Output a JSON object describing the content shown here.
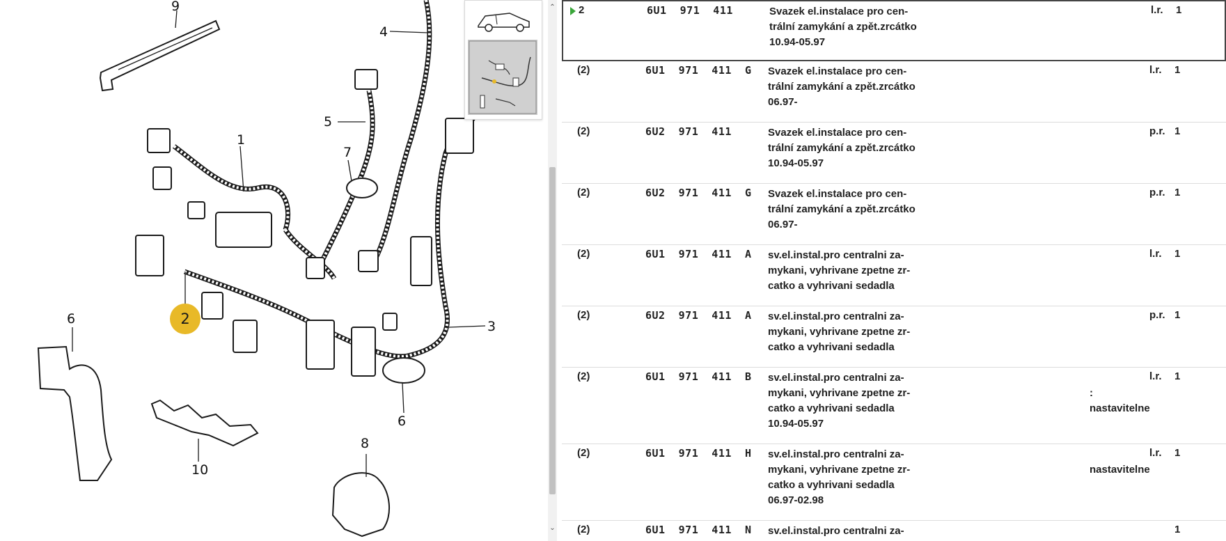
{
  "diagram": {
    "callouts": [
      "9",
      "4",
      "5",
      "1",
      "7",
      "3",
      "6",
      "6",
      "10",
      "8"
    ],
    "hotspot_label": "2"
  },
  "thumbnails": [
    {
      "icon": "car-thumbnail-icon",
      "selected": false
    },
    {
      "icon": "wiring-diagram-thumbnail-icon",
      "selected": true
    }
  ],
  "scrollbar": {
    "up": "⌃",
    "down": "⌄"
  },
  "parts": [
    {
      "pos": "2",
      "pn": "6U1  971  411",
      "desc": [
        "Svazek el.instalace pro cen-",
        "trální zamykání a zpět.zrcátko",
        "10.94-05.97"
      ],
      "side": "l.r.",
      "qty": "1",
      "note": []
    },
    {
      "pos": "(2)",
      "pn": "6U1  971  411  G",
      "desc": [
        "Svazek el.instalace pro cen-",
        "trální zamykání a zpět.zrcátko",
        "06.97-"
      ],
      "side": "l.r.",
      "qty": "1",
      "note": []
    },
    {
      "pos": "(2)",
      "pn": "6U2  971  411",
      "desc": [
        "Svazek el.instalace pro cen-",
        "trální zamykání a zpět.zrcátko",
        "10.94-05.97"
      ],
      "side": "p.r.",
      "qty": "1",
      "note": []
    },
    {
      "pos": "(2)",
      "pn": "6U2  971  411  G",
      "desc": [
        "Svazek el.instalace pro cen-",
        "trální zamykání a zpět.zrcátko",
        "06.97-"
      ],
      "side": "p.r.",
      "qty": "1",
      "note": []
    },
    {
      "pos": "(2)",
      "pn": "6U1  971  411  A",
      "desc": [
        "sv.el.instal.pro centralni za-",
        "mykani, vyhrivane zpetne zr-",
        "catko a vyhrivani sedadla"
      ],
      "side": "l.r.",
      "qty": "1",
      "note": []
    },
    {
      "pos": "(2)",
      "pn": "6U2  971  411  A",
      "desc": [
        "sv.el.instal.pro centralni za-",
        "mykani, vyhrivane zpetne zr-",
        "catko a vyhrivani sedadla"
      ],
      "side": "p.r.",
      "qty": "1",
      "note": []
    },
    {
      "pos": "(2)",
      "pn": "6U1  971  411  B",
      "desc": [
        "sv.el.instal.pro centralni za-",
        "mykani, vyhrivane zpetne zr-",
        "catko a vyhrivani sedadla",
        "10.94-05.97"
      ],
      "side": "l.r.",
      "qty": "1",
      "note": [
        ":",
        "nastavitelne"
      ]
    },
    {
      "pos": "(2)",
      "pn": "6U1  971  411  H",
      "desc": [
        "sv.el.instal.pro centralni za-",
        "mykani, vyhrivane zpetne zr-",
        "catko a vyhrivani sedadla",
        "06.97-02.98"
      ],
      "side": "l.r.",
      "qty": "1",
      "note": [
        "",
        "nastavitelne"
      ]
    },
    {
      "pos": "(2)",
      "pn": "6U1  971  411  N",
      "desc": [
        "sv.el.instal.pro centralni za-"
      ],
      "side": "",
      "qty": "1",
      "note": []
    }
  ],
  "colors": {
    "hotspot": "#e8b928",
    "selected_marker": "#3aa63a"
  }
}
